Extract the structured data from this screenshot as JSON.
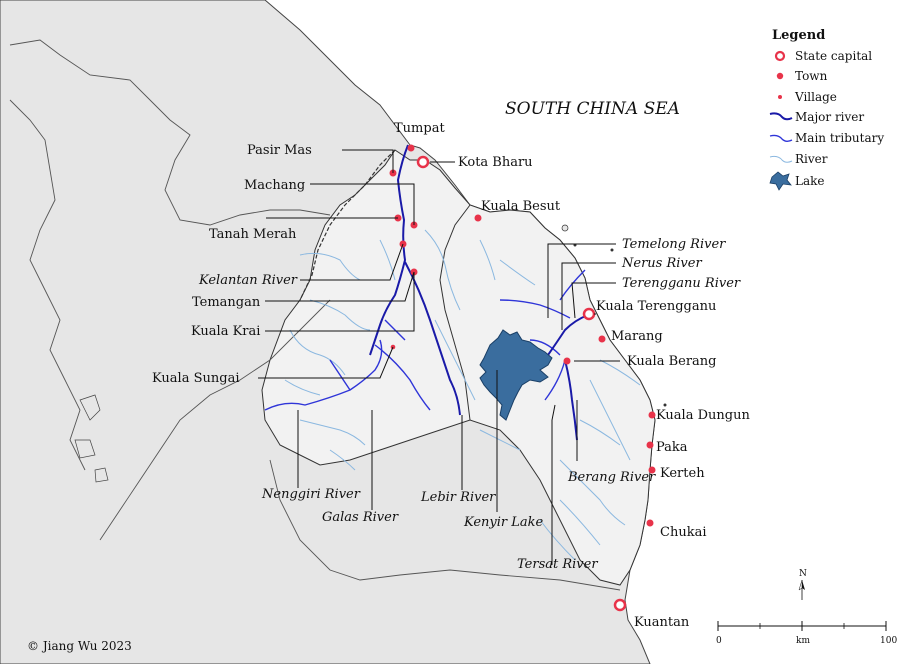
{
  "sea_label": "SOUTH CHINA SEA",
  "legend": {
    "title": "Legend",
    "items": [
      {
        "symbol": "state-capital",
        "label": "State capital"
      },
      {
        "symbol": "town",
        "label": "Town"
      },
      {
        "symbol": "village",
        "label": "Village"
      },
      {
        "symbol": "major-river",
        "label": "Major river"
      },
      {
        "symbol": "main-tributary",
        "label": "Main tributary"
      },
      {
        "symbol": "river",
        "label": "River"
      },
      {
        "symbol": "lake",
        "label": "Lake"
      }
    ]
  },
  "places": {
    "tumpat": "Tumpat",
    "pasir_mas": "Pasir Mas",
    "kota_bharu": "Kota Bharu",
    "machang": "Machang",
    "kuala_besut": "Kuala Besut",
    "tanah_merah": "Tanah Merah",
    "temangan": "Temangan",
    "kuala_krai": "Kuala Krai",
    "kuala_sungai": "Kuala Sungai",
    "kuala_terengganu": "Kuala Terengganu",
    "marang": "Marang",
    "kuala_berang": "Kuala Berang",
    "kuala_dungun": "Kuala Dungun",
    "paka": "Paka",
    "kerteh": "Kerteh",
    "chukai": "Chukai",
    "kuantan": "Kuantan"
  },
  "rivers": {
    "kelantan": "Kelantan River",
    "temelong": "Temelong River",
    "nerus": "Nerus River",
    "terengganu": "Terengganu River",
    "berang": "Berang River",
    "nenggiri": "Nenggiri River",
    "galas": "Galas River",
    "lebir": "Lebir River",
    "kenyir": "Kenyir Lake",
    "tersat": "Tersat River"
  },
  "scale": {
    "north": "N",
    "start": "0",
    "unit": "km",
    "end": "100"
  },
  "copyright": "© Jiang Wu 2023",
  "colors": {
    "land": "#e6e6e6",
    "land_highlight": "#f2f2f2",
    "sea": "#ffffff",
    "major_river": "#1a1aa8",
    "main_tributary": "#2f35d8",
    "river": "#8bb8e0",
    "lake": "#3a6d9e",
    "settlement": "#e8334a"
  }
}
